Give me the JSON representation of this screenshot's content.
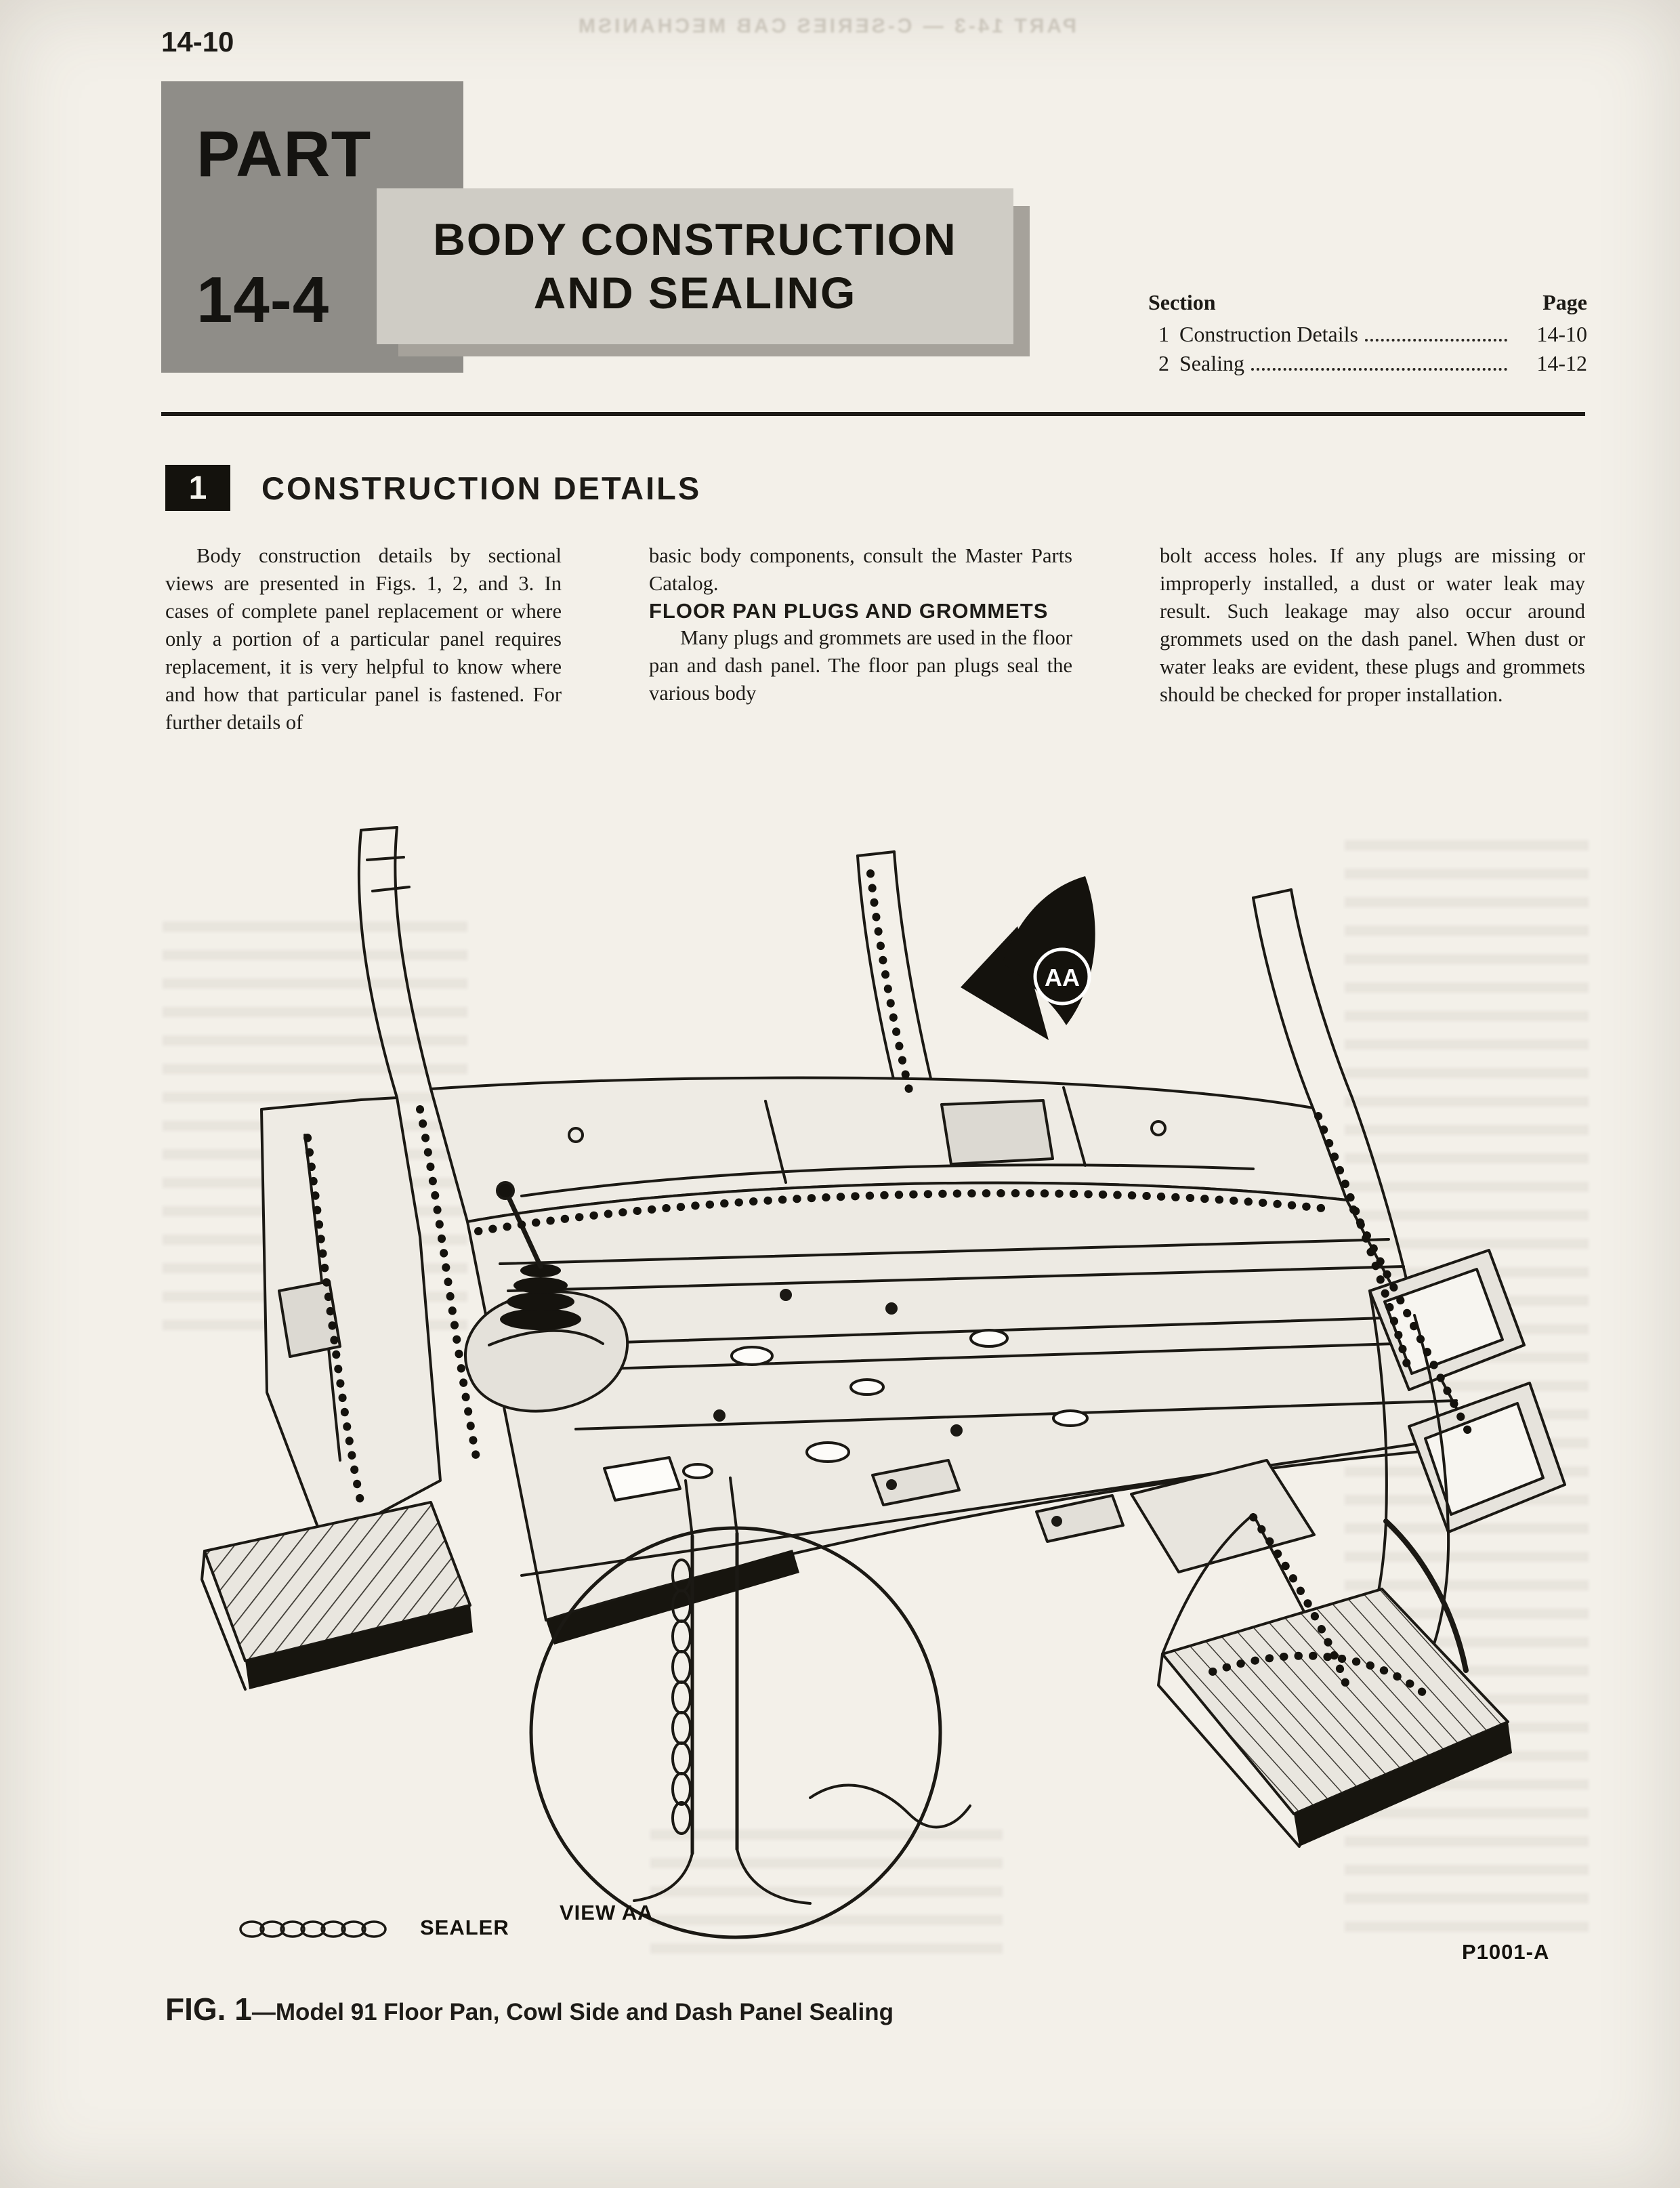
{
  "page": {
    "page_number": "14-10",
    "ghost_header": "PART 14-3 — C-SERIES CAB MECHANISM",
    "header": {
      "part_label": "PART",
      "part_number": "14-4",
      "title_line1": "BODY CONSTRUCTION",
      "title_line2": "AND SEALING"
    },
    "toc": {
      "section_col": "Section",
      "page_col": "Page",
      "rows": [
        {
          "num": "1",
          "label": "Construction Details",
          "page": "14-10"
        },
        {
          "num": "2",
          "label": "Sealing",
          "page": "14-12"
        }
      ]
    }
  },
  "section": {
    "number": "1",
    "title": "CONSTRUCTION DETAILS",
    "columns": {
      "col1": {
        "p1": "Body construction details by sectional views are presented in Figs. 1, 2, and 3. In cases of complete panel replacement or where only a portion of a particular panel requires replacement, it is very helpful to know where and how that particular panel is fastened. For further details of"
      },
      "col2": {
        "p1": "basic body components, consult the Master Parts Catalog.",
        "heading": "FLOOR PAN PLUGS AND GROMMETS",
        "p2": "Many plugs and grommets are used in the floor pan and dash panel. The floor pan plugs seal the various body"
      },
      "col3": {
        "p1": "bolt access holes. If any plugs are missing or improperly installed, a dust or water leak may result. Such leakage may also occur around grommets used on the dash panel. When dust or water leaks are evident, these plugs and grommets should be checked for proper installation."
      }
    }
  },
  "figure": {
    "callout_aa": "AA",
    "view_label": "VIEW AA",
    "sealer_label": "SEALER",
    "code": "P1001-A",
    "caption_fig": "FIG. 1",
    "caption_rest": "—Model 91 Floor Pan, Cowl Side and Dash Panel Sealing"
  },
  "colors": {
    "paper": "#f3f0e9",
    "ink": "#1d1b17",
    "part_box": "#8f8d88",
    "title_box": "#cfccc5",
    "box_shadow": "#a6a29b"
  }
}
